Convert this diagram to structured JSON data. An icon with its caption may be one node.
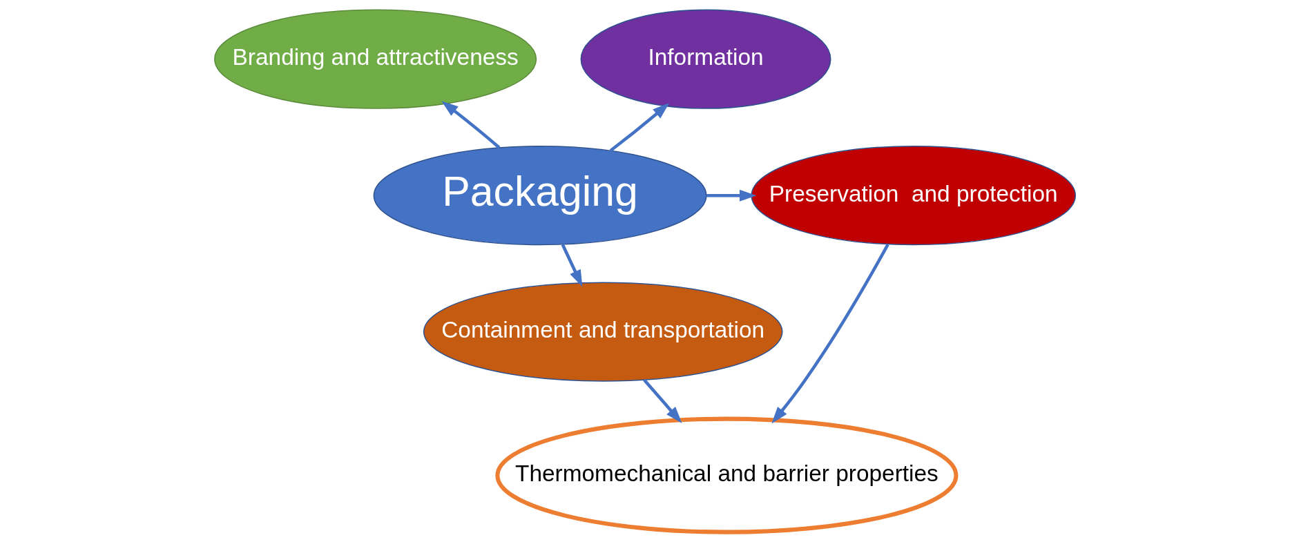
{
  "diagram": {
    "nodes": [
      {
        "text": [
          "Branding and attractiveness"
        ]
      },
      {
        "text": [
          "Information"
        ]
      },
      {
        "text": [
          "Packaging"
        ]
      },
      {
        "text": [
          "Preservation  and protection"
        ]
      },
      {
        "text": [
          "Containment and transportation"
        ]
      },
      {
        "text": [
          "Thermomechanical and barrier properties"
        ]
      }
    ],
    "edges": [
      {
        "from": 2,
        "to": 0,
        "arrow": "to"
      },
      {
        "from": 2,
        "to": 1,
        "arrow": "to"
      },
      {
        "from": 2,
        "to": 3,
        "arrow": "to"
      },
      {
        "from": 2,
        "to": 4,
        "arrow": "to"
      },
      {
        "from": 4,
        "to": 5,
        "arrow": "to"
      },
      {
        "from": 3,
        "to": 5,
        "arrow": "to"
      }
    ]
  }
}
